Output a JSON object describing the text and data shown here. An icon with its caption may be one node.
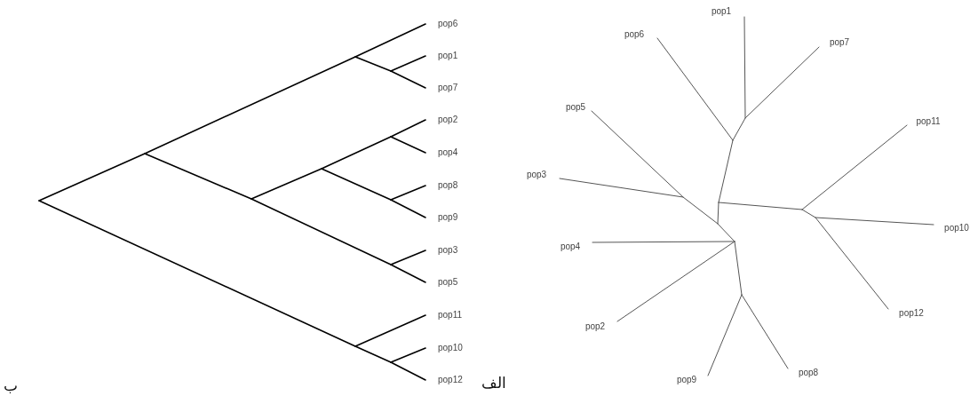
{
  "diagram": {
    "labels": [
      "pop6",
      "pop1",
      "pop7",
      "pop2",
      "pop4",
      "pop8",
      "pop9",
      "pop3",
      "pop5",
      "pop11",
      "pop10",
      "pop12",
      "pop1",
      "pop6",
      "pop7",
      "pop5",
      "pop11",
      "pop3",
      "pop10",
      "pop4",
      "pop12",
      "pop2",
      "pop8",
      "pop9",
      "ب",
      "الف"
    ]
  }
}
